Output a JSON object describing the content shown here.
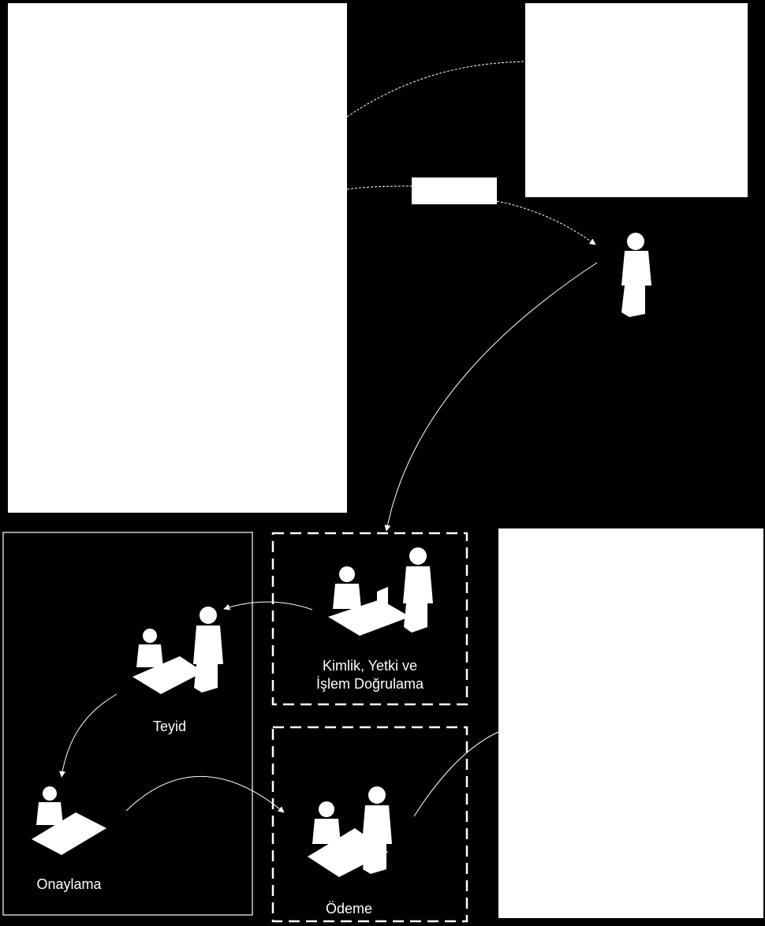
{
  "diagram": {
    "background": "#000000",
    "foreground": "#ffffff",
    "steps": {
      "verification": {
        "line1": "Kimlik, Yetki ve",
        "line2": "İşlem Doğrulama"
      },
      "confirmation": {
        "label": "Teyid"
      },
      "approval": {
        "label": "Onaylama"
      },
      "payment": {
        "label": "Ödeme"
      }
    },
    "icons": [
      "standing-person-icon",
      "clerk-at-desk-icon",
      "customer-icon"
    ]
  }
}
